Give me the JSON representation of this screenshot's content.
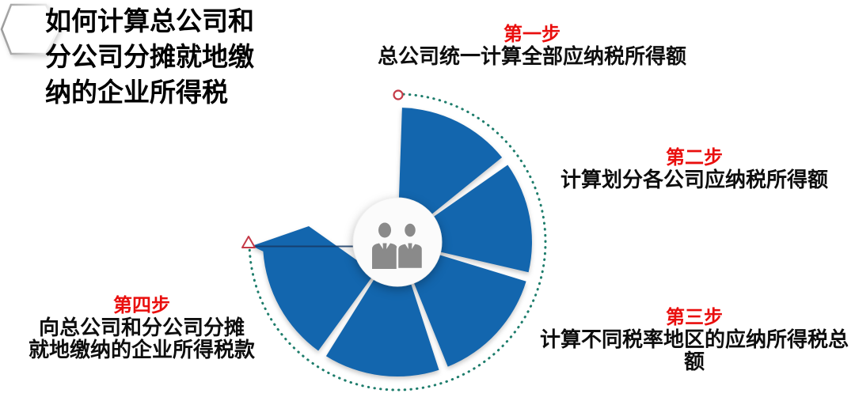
{
  "title": {
    "line1": "如何计算总公司和",
    "line2": "分公司分摊就地缴",
    "line3": "纳的企业所得税"
  },
  "steps": {
    "step1": {
      "label": "第一步",
      "text": "总公司统一计算全部应纳税所得额"
    },
    "step2": {
      "label": "第二步",
      "text": "计算划分各公司应纳税所得额"
    },
    "step3": {
      "label": "第三步",
      "text": "计算不同税率地区的应纳所得税总额"
    },
    "step4": {
      "label": "第四步",
      "text1": "向总公司和分公司分摊",
      "text2": "就地缴纳的企业所得税款"
    }
  },
  "icons": {
    "center": "business-people-icon",
    "start_marker": "circle-outline-marker",
    "end_marker": "triangle-outline-marker",
    "decoration": "hexagon-outline"
  },
  "colors": {
    "wedge_blue": "#1366AE",
    "arrow_edge_navy": "#173A66",
    "dotted_ring_teal": "#1E7D6C",
    "marker_red": "#C53A47",
    "step_label_red": "#E90E0D",
    "body_text": "#0E0E0E",
    "icon_gray": "#8A8A8A",
    "center_circle_fill": "#FBFBFB"
  }
}
